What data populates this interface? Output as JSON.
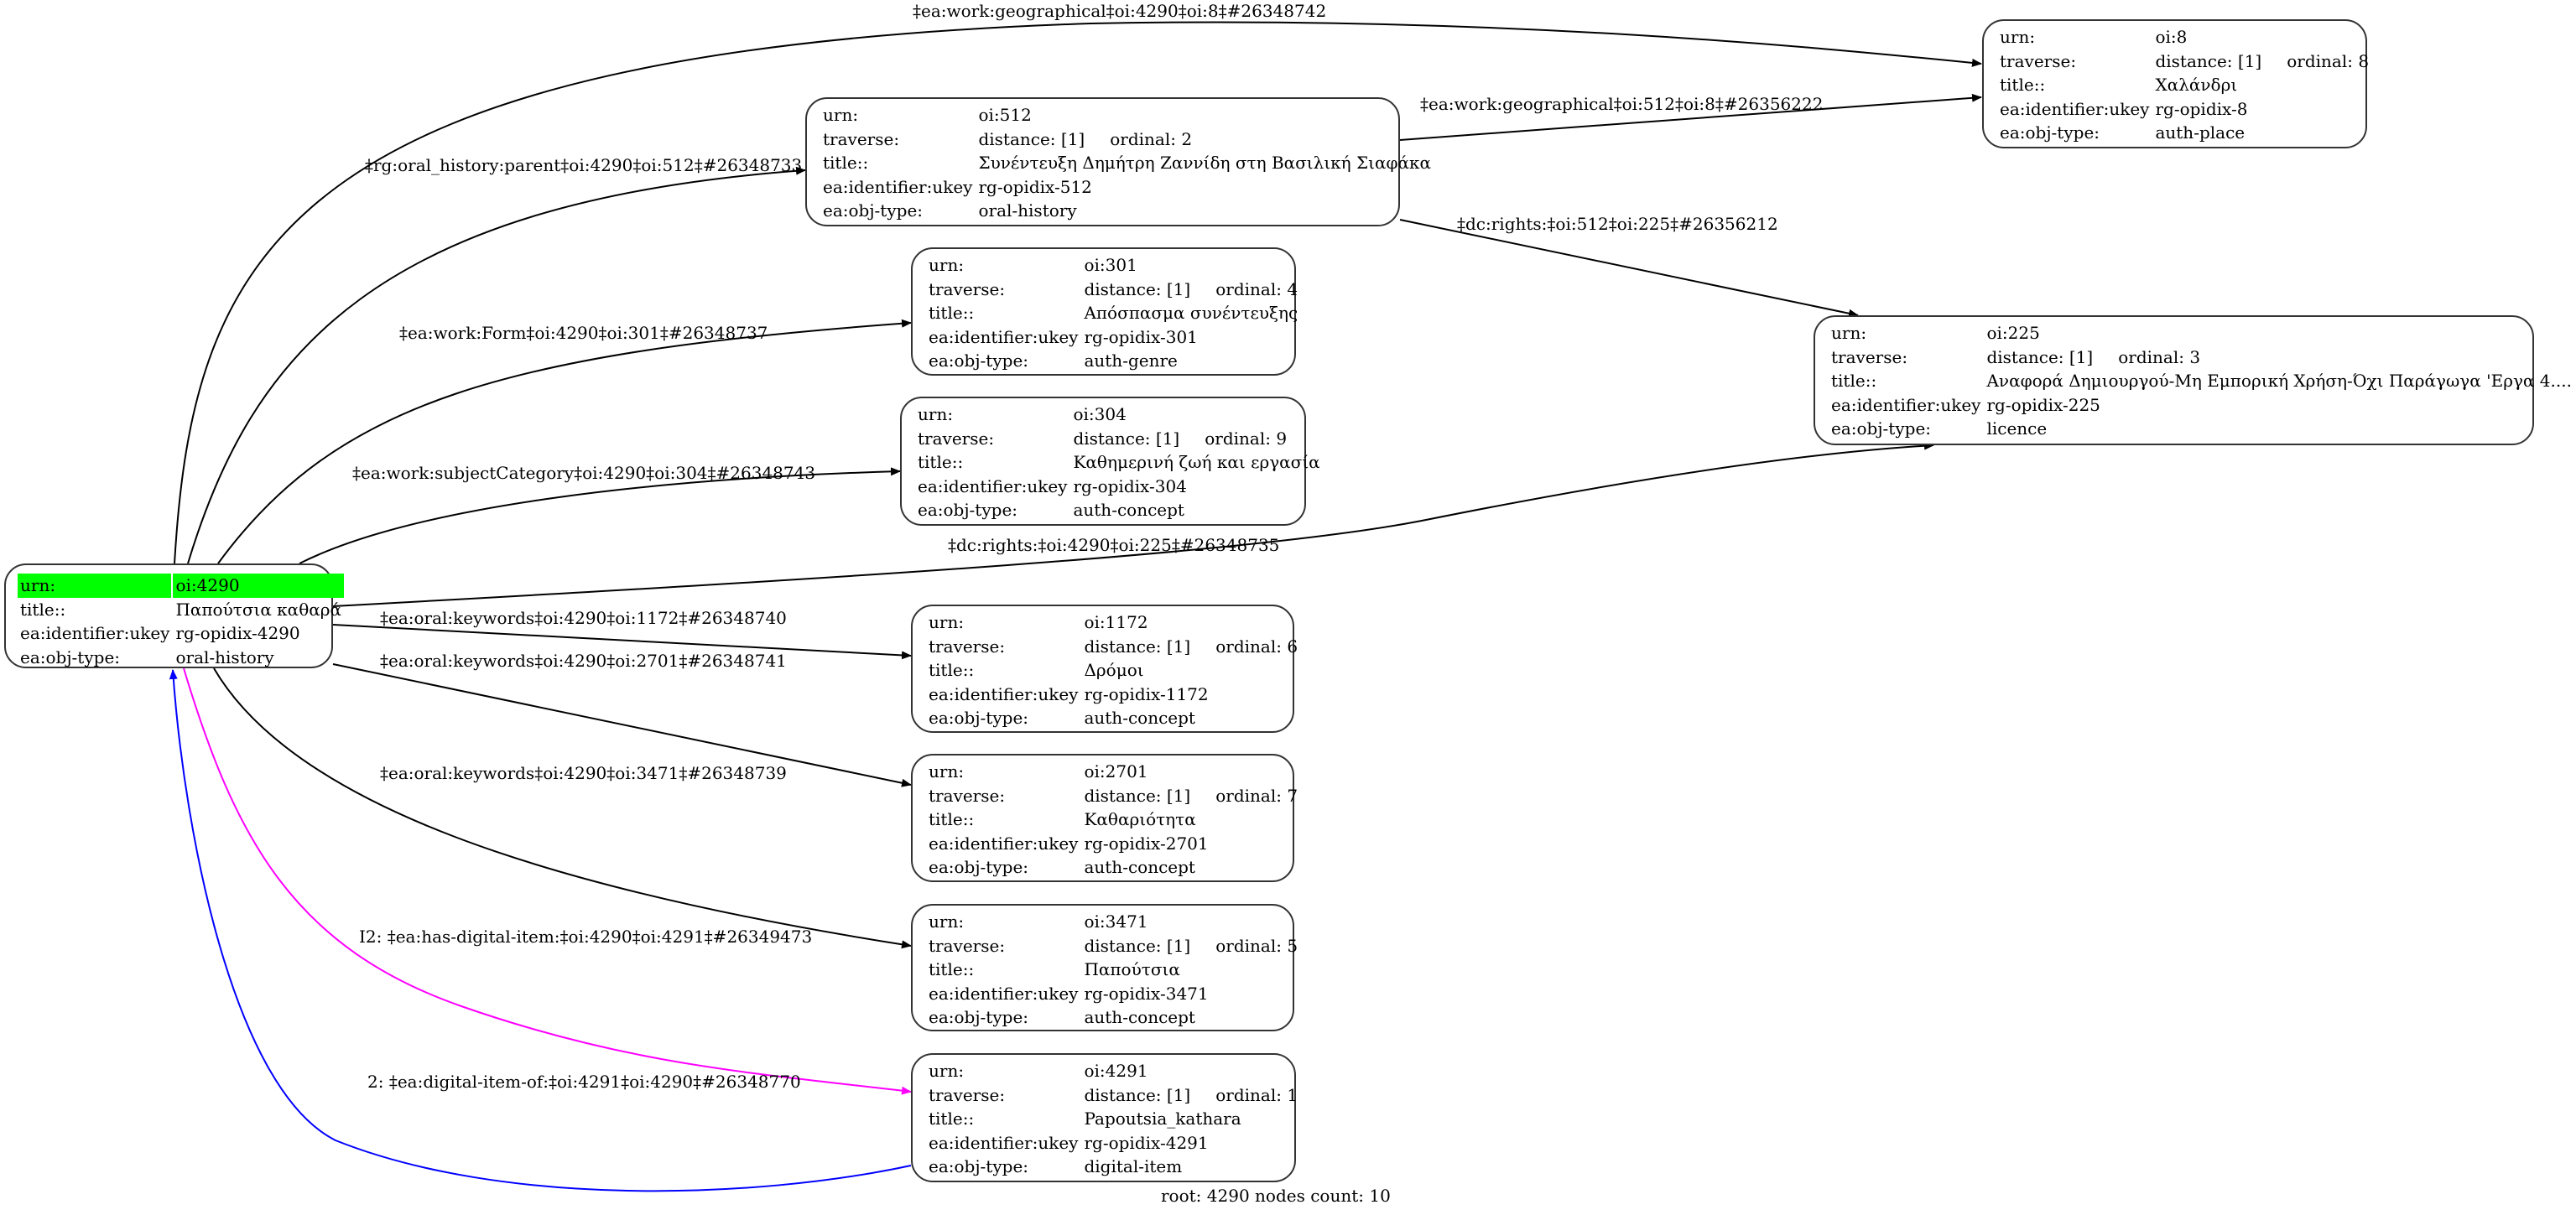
{
  "graph": {
    "root": {
      "id": "4290",
      "rows": [
        {
          "key": "urn:",
          "value": "oi:4290",
          "highlight": true
        },
        {
          "key": "title::",
          "value": "Παπούτσια καθαρά"
        },
        {
          "key": "ea:identifier:ukey",
          "value": "rg-opidix-4290"
        },
        {
          "key": "ea:obj-type:",
          "value": "oral-history"
        }
      ]
    },
    "nodes": [
      {
        "id": "8",
        "urn": "oi:8",
        "traverse_distance": "distance: [1]",
        "traverse_ordinal": "ordinal: 8",
        "title": "Χαλάνδρι",
        "ukey": "rg-opidix-8",
        "obj_type": "auth-place"
      },
      {
        "id": "512",
        "urn": "oi:512",
        "traverse_distance": "distance: [1]",
        "traverse_ordinal": "ordinal: 2",
        "title": "Συνέντευξη Δημήτρη Ζαννίδη στη Βασιλική Σιαφάκα",
        "ukey": "rg-opidix-512",
        "obj_type": "oral-history"
      },
      {
        "id": "301",
        "urn": "oi:301",
        "traverse_distance": "distance: [1]",
        "traverse_ordinal": "ordinal: 4",
        "title": "Απόσπασμα συνέντευξης",
        "ukey": "rg-opidix-301",
        "obj_type": "auth-genre"
      },
      {
        "id": "225",
        "urn": "oi:225",
        "traverse_distance": "distance: [1]",
        "traverse_ordinal": "ordinal: 3",
        "title": "Αναφορά Δημιουργού-Μη Εμπορική Χρήση-Όχι Παράγωγα 'Εργα 4....",
        "ukey": "rg-opidix-225",
        "obj_type": "licence"
      },
      {
        "id": "304",
        "urn": "oi:304",
        "traverse_distance": "distance: [1]",
        "traverse_ordinal": "ordinal: 9",
        "title": "Καθημερινή ζωή και εργασία",
        "ukey": "rg-opidix-304",
        "obj_type": "auth-concept"
      },
      {
        "id": "1172",
        "urn": "oi:1172",
        "traverse_distance": "distance: [1]",
        "traverse_ordinal": "ordinal: 6",
        "title": "Δρόμοι",
        "ukey": "rg-opidix-1172",
        "obj_type": "auth-concept"
      },
      {
        "id": "2701",
        "urn": "oi:2701",
        "traverse_distance": "distance: [1]",
        "traverse_ordinal": "ordinal: 7",
        "title": "Καθαριότητα",
        "ukey": "rg-opidix-2701",
        "obj_type": "auth-concept"
      },
      {
        "id": "3471",
        "urn": "oi:3471",
        "traverse_distance": "distance: [1]",
        "traverse_ordinal": "ordinal: 5",
        "title": "Παπούτσια",
        "ukey": "rg-opidix-3471",
        "obj_type": "auth-concept"
      },
      {
        "id": "4291",
        "urn": "oi:4291",
        "traverse_distance": "distance: [1]",
        "traverse_ordinal": "ordinal: 1",
        "title": "Papoutsia_kathara",
        "ukey": "rg-opidix-4291",
        "obj_type": "digital-item"
      }
    ],
    "row_keys": {
      "urn": "urn:",
      "traverse": "traverse:",
      "title": "title::",
      "ukey": "ea:identifier:ukey",
      "obj_type": "ea:obj-type:"
    },
    "edges": [
      {
        "from": "4290",
        "to": "8",
        "label": "‡ea:work:geographical‡oi:4290‡oi:8‡#26348742",
        "color": "#000000"
      },
      {
        "from": "4290",
        "to": "512",
        "label": "‡rg:oral_history:parent‡oi:4290‡oi:512‡#26348733",
        "color": "#000000"
      },
      {
        "from": "512",
        "to": "8",
        "label": "‡ea:work:geographical‡oi:512‡oi:8‡#26356222",
        "color": "#000000"
      },
      {
        "from": "512",
        "to": "225",
        "label": "‡dc:rights:‡oi:512‡oi:225‡#26356212",
        "color": "#000000"
      },
      {
        "from": "4290",
        "to": "301",
        "label": "‡ea:work:Form‡oi:4290‡oi:301‡#26348737",
        "color": "#000000"
      },
      {
        "from": "4290",
        "to": "304",
        "label": "‡ea:work:subjectCategory‡oi:4290‡oi:304‡#26348743",
        "color": "#000000"
      },
      {
        "from": "4290",
        "to": "225",
        "label": "‡dc:rights:‡oi:4290‡oi:225‡#26348735",
        "color": "#000000"
      },
      {
        "from": "4290",
        "to": "1172",
        "label": "‡ea:oral:keywords‡oi:4290‡oi:1172‡#26348740",
        "color": "#000000"
      },
      {
        "from": "4290",
        "to": "2701",
        "label": "‡ea:oral:keywords‡oi:4290‡oi:2701‡#26348741",
        "color": "#000000"
      },
      {
        "from": "4290",
        "to": "3471",
        "label": "‡ea:oral:keywords‡oi:4290‡oi:3471‡#26348739",
        "color": "#000000"
      },
      {
        "from": "4290",
        "to": "4291",
        "label": "I2: ‡ea:has-digital-item:‡oi:4290‡oi:4291‡#26349473",
        "color": "#ff00ff"
      },
      {
        "from": "4291",
        "to": "4290",
        "label": "2: ‡ea:digital-item-of:‡oi:4291‡oi:4290‡#26348770",
        "color": "#0000ff"
      }
    ],
    "footer": "root: 4290 nodes count: 10",
    "colors": {
      "root_highlight": "#00ff00",
      "edge_default": "#000000",
      "edge_has_digital_item": "#ff00ff",
      "edge_digital_item_of": "#0000ff"
    }
  }
}
